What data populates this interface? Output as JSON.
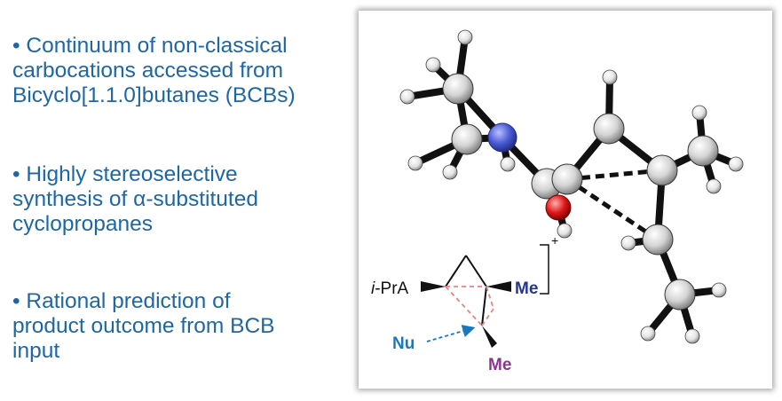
{
  "bullets": [
    "• Continuum of non-classical\ncarbocations accessed from\nBicyclo[1.1.0]butanes (BCBs)",
    "• Highly stereoselective\nsynthesis of α-substituted\ncyclopropanes",
    "• Rational prediction of\nproduct outcome from BCB\ninput"
  ],
  "scheme": {
    "ipr_italic": "i",
    "ipr_rest": "-PrA",
    "me_top": "Me",
    "me_bottom": "Me",
    "nu": "Nu",
    "charge": "+"
  },
  "colors": {
    "text_blue": "#1d67a6",
    "me_top": "#26358f",
    "me_bottom": "#8c3590",
    "nu": "#1a78c2",
    "dashed_red": "#f08080",
    "nitrogen": "#4a5bd6",
    "oxygen": "#e01818"
  }
}
